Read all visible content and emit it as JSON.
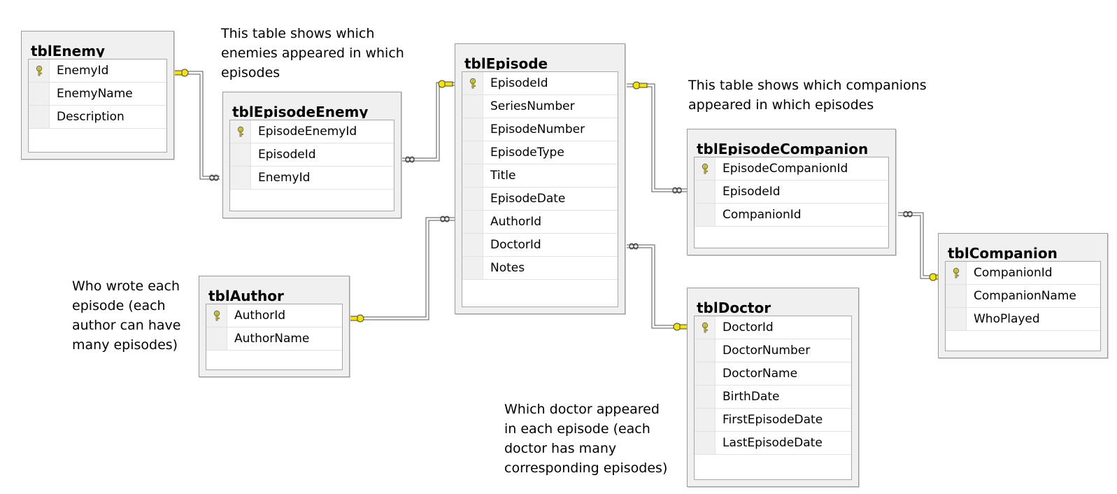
{
  "tables": {
    "enemy": {
      "title": "tblEnemy",
      "columns": [
        {
          "name": "EnemyId",
          "pk": true
        },
        {
          "name": "EnemyName"
        },
        {
          "name": "Description"
        }
      ]
    },
    "episode_enemy": {
      "title": "tblEpisodeEnemy",
      "columns": [
        {
          "name": "EpisodeEnemyId",
          "pk": true
        },
        {
          "name": "EpisodeId"
        },
        {
          "name": "EnemyId"
        }
      ]
    },
    "episode": {
      "title": "tblEpisode",
      "columns": [
        {
          "name": "EpisodeId",
          "pk": true
        },
        {
          "name": "SeriesNumber"
        },
        {
          "name": "EpisodeNumber"
        },
        {
          "name": "EpisodeType"
        },
        {
          "name": "Title"
        },
        {
          "name": "EpisodeDate"
        },
        {
          "name": "AuthorId"
        },
        {
          "name": "DoctorId"
        },
        {
          "name": "Notes"
        }
      ]
    },
    "episode_companion": {
      "title": "tblEpisodeCompanion",
      "columns": [
        {
          "name": "EpisodeCompanionId",
          "pk": true
        },
        {
          "name": "EpisodeId"
        },
        {
          "name": "CompanionId"
        }
      ]
    },
    "companion": {
      "title": "tblCompanion",
      "columns": [
        {
          "name": "CompanionId",
          "pk": true
        },
        {
          "name": "CompanionName"
        },
        {
          "name": "WhoPlayed"
        }
      ]
    },
    "author": {
      "title": "tblAuthor",
      "columns": [
        {
          "name": "AuthorId",
          "pk": true
        },
        {
          "name": "AuthorName"
        }
      ]
    },
    "doctor": {
      "title": "tblDoctor",
      "columns": [
        {
          "name": "DoctorId",
          "pk": true
        },
        {
          "name": "DoctorNumber"
        },
        {
          "name": "DoctorName"
        },
        {
          "name": "BirthDate"
        },
        {
          "name": "FirstEpisodeDate"
        },
        {
          "name": "LastEpisodeDate"
        }
      ]
    }
  },
  "notes": {
    "episode_enemy": [
      "This table shows which",
      "enemies appeared in which",
      "episodes"
    ],
    "episode_companion": [
      "This table shows which companions",
      "appeared in which episodes"
    ],
    "author": [
      "Who wrote each",
      "episode (each",
      "author can have",
      "many episodes)"
    ],
    "doctor": [
      "Which doctor appeared",
      "in each episode (each",
      "doctor has many",
      "corresponding episodes)"
    ]
  },
  "colors": {
    "key_icon": "#f5e400",
    "line": "#555555"
  }
}
